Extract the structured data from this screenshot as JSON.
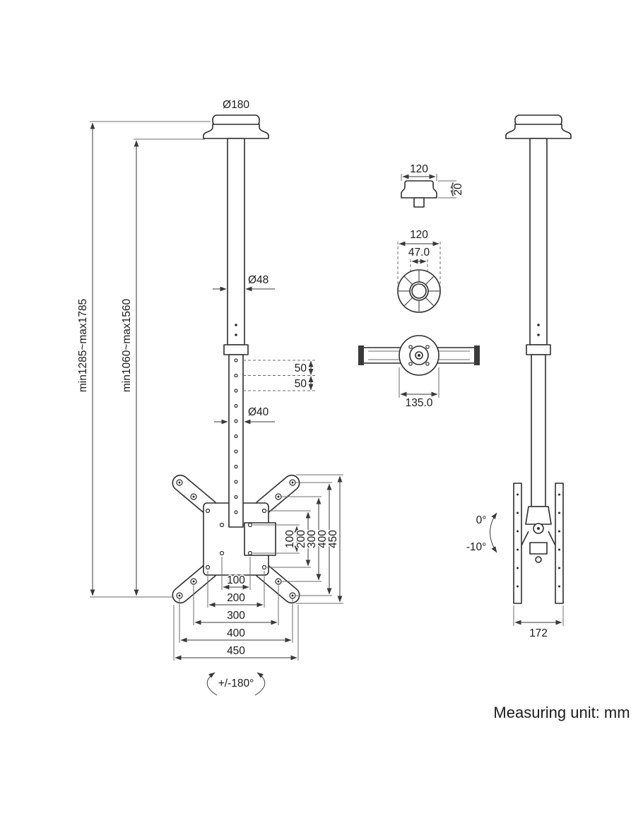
{
  "front_view": {
    "ceiling_plate_diameter": "Ø180",
    "upper_pole_diameter": "Ø48",
    "lower_pole_diameter": "Ø40",
    "adjustment_hole_spacing": [
      "50",
      "50"
    ],
    "overall_height_range": "min1285~max1785",
    "pole_height_range": "min1060~max1560",
    "vesa_widths": [
      "100",
      "200",
      "300",
      "400",
      "450"
    ],
    "vesa_heights": [
      "100",
      "200",
      "300",
      "400",
      "450"
    ],
    "swivel_range": "+/-180°"
  },
  "ceiling_plate_detail": {
    "width": "120",
    "thickness": "20"
  },
  "flange_top_view": {
    "outer_diameter": "120",
    "inner_diameter": "47.0"
  },
  "bracket_top_view": {
    "hub_width": "135.0"
  },
  "side_view": {
    "tilt_max": "0°",
    "tilt_min": "-10°",
    "depth": "172"
  },
  "footer": {
    "measuring_unit": "Measuring unit: mm"
  }
}
